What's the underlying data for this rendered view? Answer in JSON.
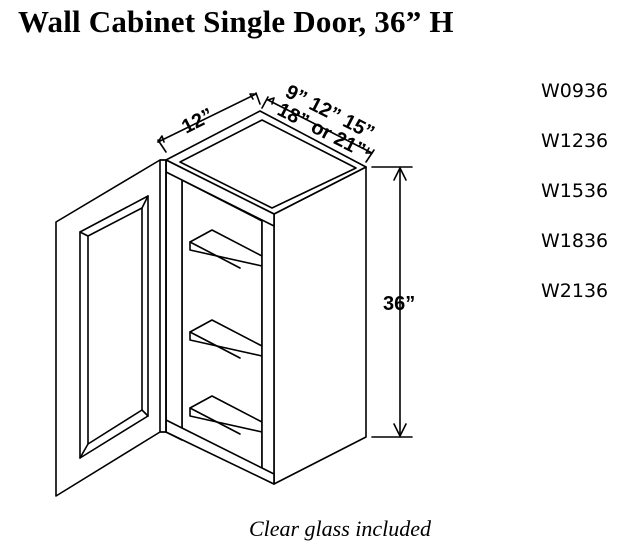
{
  "title": "Wall Cabinet Single Door, 36” H",
  "dimensions": {
    "width_options": "9” 12” 15”",
    "width_options_2": "18” or 21”",
    "depth": "12”",
    "height": "36”"
  },
  "sku_list": [
    "W0936",
    "W1236",
    "W1536",
    "W1836",
    "W2136"
  ],
  "caption": "Clear glass included"
}
